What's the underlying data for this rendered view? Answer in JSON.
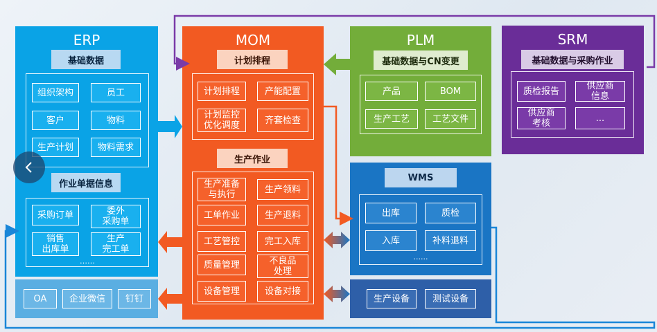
{
  "erp": {
    "title": "ERP",
    "basic_section": "基础数据",
    "basic_items": [
      "组织架构",
      "员工",
      "客户",
      "物料",
      "生产计划",
      "物料需求"
    ],
    "order_section": "作业单据信息",
    "order_items": [
      "采购订单",
      "委外\n采购单",
      "销售\n出库单",
      "生产\n完工单"
    ],
    "ellipsis": "……"
  },
  "collab": {
    "items": [
      "OA",
      "企业微信",
      "钉钉"
    ]
  },
  "mom": {
    "title": "MOM",
    "plan_section": "计划排程",
    "plan_items": [
      "计划排程",
      "产能配置",
      "计划监控\n优化调度",
      "齐套检查"
    ],
    "prod_section": "生产作业",
    "prod_items": [
      "生产准备\n与执行",
      "生产领料",
      "工单作业",
      "生产退料",
      "工艺管控",
      "完工入库",
      "质量管理",
      "不良品\n处理",
      "设备管理",
      "设备对接"
    ]
  },
  "plm": {
    "title": "PLM",
    "section": "基础数据与CN变更",
    "items": [
      "产品",
      "BOM",
      "生产工艺",
      "工艺文件"
    ]
  },
  "srm": {
    "title": "SRM",
    "section": "基础数据与采购作业",
    "items": [
      "质检报告",
      "供应商\n信息",
      "供应商\n考核",
      "..."
    ]
  },
  "wms": {
    "title": "WMS",
    "items": [
      "出库",
      "质检",
      "入库",
      "补料退料"
    ],
    "ellipsis": "......"
  },
  "devices": {
    "items": [
      "生产设备",
      "测试设备"
    ]
  },
  "colors": {
    "erp": "#0aa3e6",
    "mom": "#f25a22",
    "plm": "#73ad3a",
    "srm": "#6a2d98",
    "wms": "#1a75c4",
    "devices": "#2e5fa8"
  },
  "icons": {
    "nav_back": "chevron-left-icon"
  }
}
